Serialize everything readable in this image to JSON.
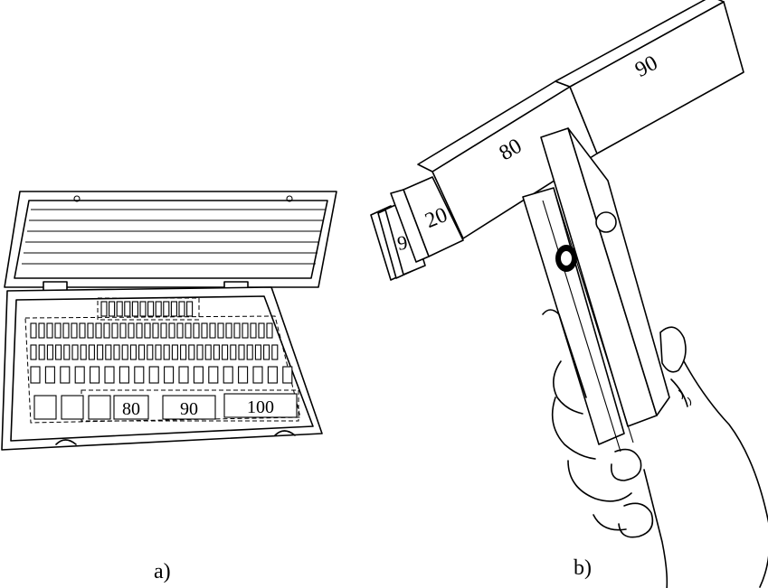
{
  "captions": {
    "a": "a)",
    "b": "b)"
  },
  "box_labels": [
    "80",
    "90",
    "100"
  ],
  "blocks_b": {
    "b9": "9",
    "b20": "20",
    "b80": "80",
    "b90": "90"
  },
  "icons": [
    "gauge-block-case-drawing",
    "gauge-block-wringing-drawing"
  ]
}
